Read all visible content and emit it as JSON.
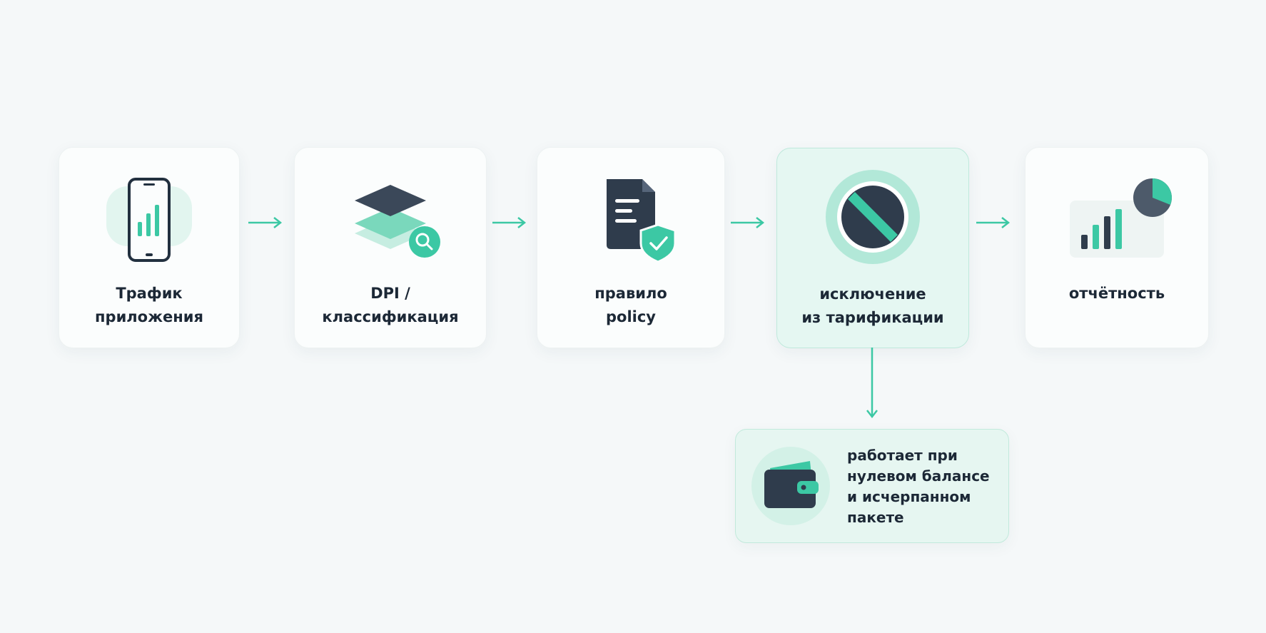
{
  "steps": [
    {
      "id": "app-traffic",
      "lines": [
        "Трафик",
        "приложения"
      ],
      "icon": "smartphone-chart-icon"
    },
    {
      "id": "dpi",
      "lines": [
        "DPI /",
        "классификация"
      ],
      "icon": "layers-search-icon"
    },
    {
      "id": "policy",
      "lines": [
        "правило",
        "policy"
      ],
      "icon": "document-shield-icon"
    },
    {
      "id": "exclusion",
      "lines": [
        "исключение",
        "из тарификации"
      ],
      "icon": "no-entry-icon"
    },
    {
      "id": "reporting",
      "lines": [
        "отчётность"
      ],
      "icon": "bar-pie-chart-icon"
    }
  ],
  "note": {
    "lines": [
      "работает при",
      "нулевом балансе",
      "и исчерпанном",
      "пакете"
    ],
    "icon": "wallet-icon"
  },
  "colors": {
    "accent": "#3cc8a4",
    "accent_light": "#9fe3cf",
    "dark": "#2f3c4c",
    "text": "#1c2836"
  }
}
